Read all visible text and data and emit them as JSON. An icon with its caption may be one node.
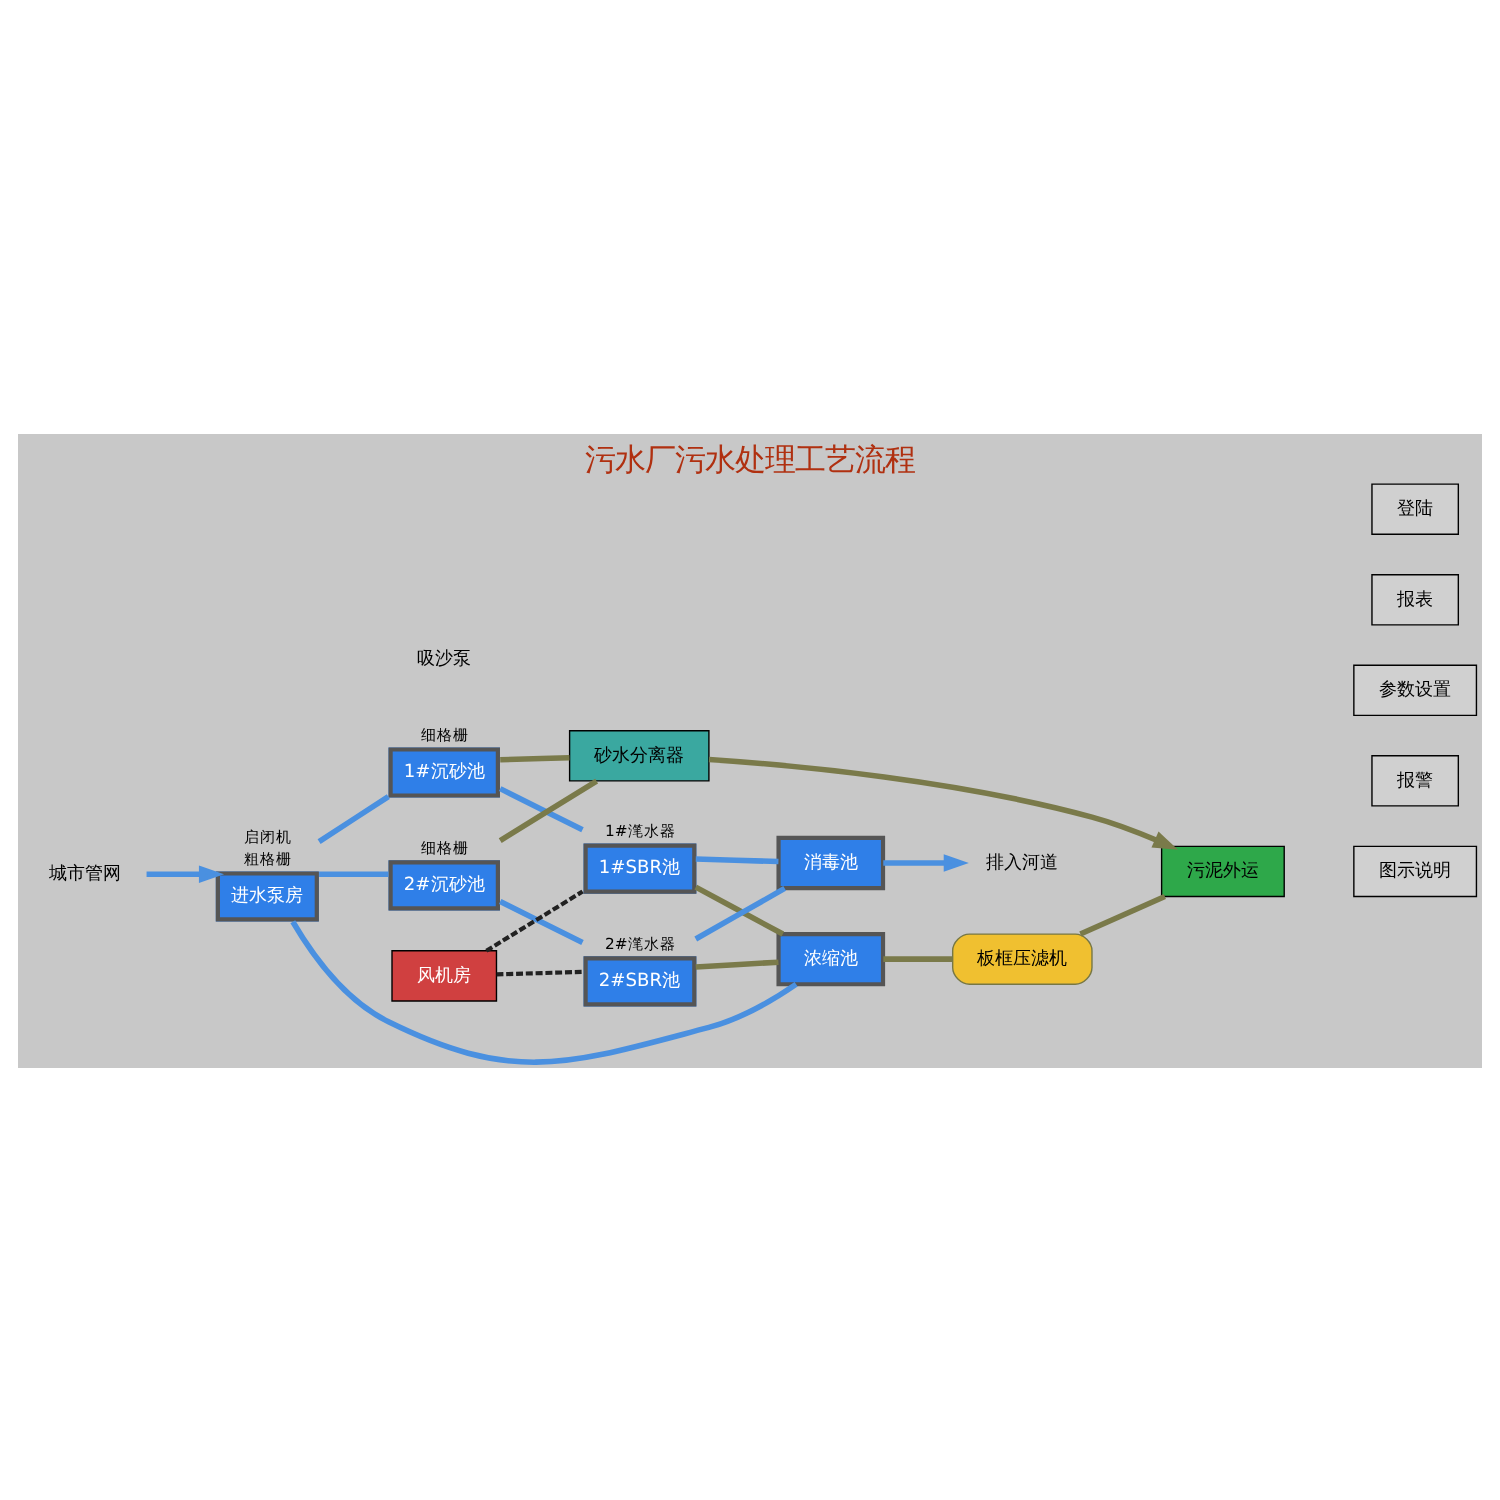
{
  "diagram": {
    "title": "污水厂污水处理工艺流程",
    "nodes": [
      {
        "text": [
          "城市管网"
        ]
      },
      {
        "text": [
          "进水泵房"
        ],
        "beside": [
          "启闭机",
          "粗格栅"
        ]
      },
      {
        "text": [
          "1#沉砂池"
        ],
        "beside": [
          "细格栅"
        ]
      },
      {
        "text": [
          "2#沉砂池"
        ],
        "beside": [
          "细格栅"
        ]
      },
      {
        "text": [
          "1#SBR池"
        ],
        "beside": [
          "1#滗水器"
        ]
      },
      {
        "text": [
          "2#SBR池"
        ],
        "beside": [
          "2#滗水器"
        ]
      },
      {
        "text": [
          "消毒池"
        ]
      },
      {
        "text": [
          "排入河道"
        ]
      },
      {
        "text": [
          "砂水分离器"
        ]
      },
      {
        "text": [
          "污泥外运"
        ]
      },
      {
        "text": [
          "板框压滤机"
        ]
      },
      {
        "text": [
          "浓缩池"
        ]
      },
      {
        "text": [
          "风机房"
        ]
      }
    ],
    "edges": [
      {
        "from": 0,
        "to": 1,
        "arrow": "to"
      },
      {
        "from": 1,
        "to": 2,
        "arrow": "none"
      },
      {
        "from": 1,
        "to": 3,
        "arrow": "none"
      },
      {
        "from": 2,
        "to": 4,
        "arrow": "none"
      },
      {
        "from": 3,
        "to": 5,
        "arrow": "none"
      },
      {
        "from": 4,
        "to": 6,
        "arrow": "none"
      },
      {
        "from": 5,
        "to": 6,
        "arrow": "none"
      },
      {
        "from": 6,
        "to": 7,
        "arrow": "to"
      },
      {
        "from": 1,
        "to": 11,
        "arrow": "none"
      },
      {
        "from": 2,
        "to": 8,
        "arrow": "none",
        "color": "#7a7a4a"
      },
      {
        "from": 3,
        "to": 8,
        "arrow": "none",
        "color": "#7a7a4a"
      },
      {
        "from": 8,
        "to": 9,
        "arrow": "to",
        "color": "#7a7a4a"
      },
      {
        "from": 4,
        "to": 11,
        "arrow": "none",
        "color": "#7a7a4a"
      },
      {
        "from": 5,
        "to": 11,
        "arrow": "none",
        "color": "#7a7a4a"
      },
      {
        "from": 11,
        "to": 10,
        "arrow": "none",
        "color": "#7a7a4a"
      },
      {
        "from": 10,
        "to": 9,
        "arrow": "none",
        "color": "#7a7a4a"
      },
      {
        "from": 12,
        "to": 4,
        "arrow": "none",
        "style": "dashed",
        "color": "#222222"
      },
      {
        "from": 12,
        "to": 5,
        "arrow": "none",
        "style": "dashed",
        "color": "#222222"
      }
    ],
    "labels": [
      "吸沙泵",
      "登陆",
      "报表",
      "参数设置",
      "报警",
      "图示说明"
    ]
  }
}
